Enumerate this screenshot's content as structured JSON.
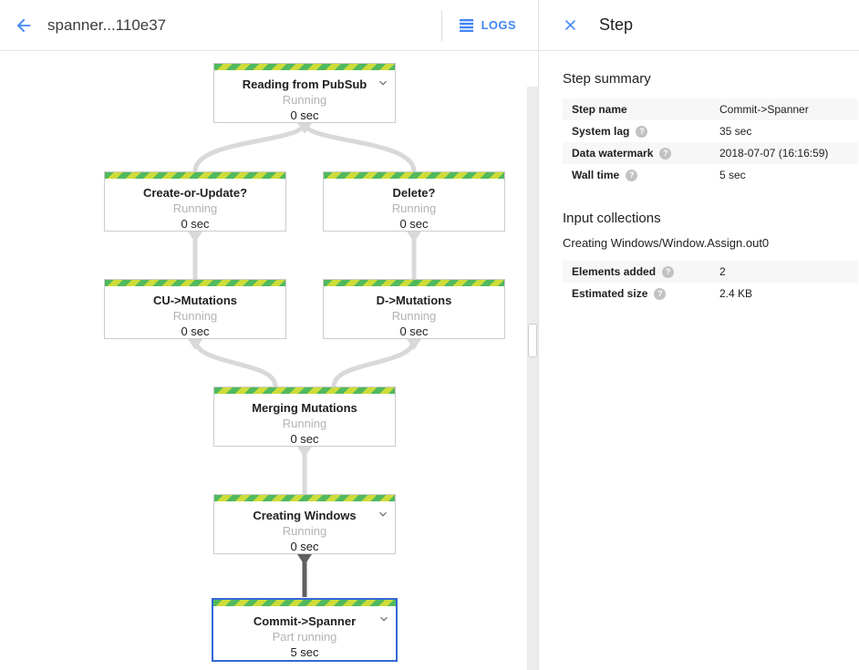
{
  "header": {
    "title": "spanner...110e37",
    "logs_label": "LOGS"
  },
  "panel": {
    "title": "Step",
    "summary": {
      "heading": "Step summary",
      "rows": [
        {
          "label": "Step name",
          "value": "Commit->Spanner"
        },
        {
          "label": "System lag",
          "value": "35 sec"
        },
        {
          "label": "Data watermark",
          "value": "2018-07-07 (16:16:59)"
        },
        {
          "label": "Wall time",
          "value": "5 sec"
        }
      ]
    },
    "input_collections": {
      "heading": "Input collections",
      "collection_name": "Creating Windows/Window.Assign.out0",
      "rows": [
        {
          "label": "Elements added",
          "value": "2"
        },
        {
          "label": "Estimated size",
          "value": "2.4 KB"
        }
      ]
    }
  },
  "graph": {
    "nodes": [
      {
        "title": "Reading from PubSub",
        "status": "Running",
        "time": "0 sec"
      },
      {
        "title": "Create-or-Update?",
        "status": "Running",
        "time": "0 sec"
      },
      {
        "title": "Delete?",
        "status": "Running",
        "time": "0 sec"
      },
      {
        "title": "CU->Mutations",
        "status": "Running",
        "time": "0 sec"
      },
      {
        "title": "D->Mutations",
        "status": "Running",
        "time": "0 sec"
      },
      {
        "title": "Merging Mutations",
        "status": "Running",
        "time": "0 sec"
      },
      {
        "title": "Creating Windows",
        "status": "Running",
        "time": "0 sec"
      },
      {
        "title": "Commit->Spanner",
        "status": "Part running",
        "time": "5 sec"
      }
    ]
  },
  "icons": {
    "help_glyph": "?"
  },
  "colors": {
    "accent_blue": "#4285f4",
    "selected_node_border": "#3367d6",
    "progress_lime": "#cddc39",
    "progress_green": "#51b95e",
    "edge_light": "#d9d9d9",
    "edge_dark": "#5f5f5f",
    "status_text": "#b3b3b3",
    "row_stripe": "#f7f7f7"
  }
}
